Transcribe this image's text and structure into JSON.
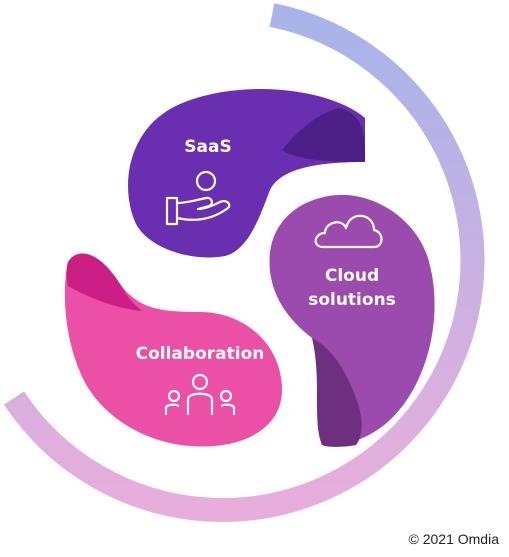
{
  "segments": [
    {
      "name": "saas",
      "label": "SaaS",
      "icon": "hand-person-icon",
      "color": "#6a2fb0",
      "accent": "#4b1f86"
    },
    {
      "name": "cloud",
      "label_lines": [
        "Cloud",
        "solutions"
      ],
      "icon": "cloud-icon",
      "color": "#9b4aae",
      "accent": "#6e2f80"
    },
    {
      "name": "collaboration",
      "label": "Collaboration",
      "icon": "people-group-icon",
      "color": "#ec4fa6",
      "accent": "#cc1f86"
    }
  ],
  "ring": {
    "color_start": "#a7b4ea",
    "color_end": "#e8aedb"
  },
  "copyright": "© 2021 Omdia"
}
